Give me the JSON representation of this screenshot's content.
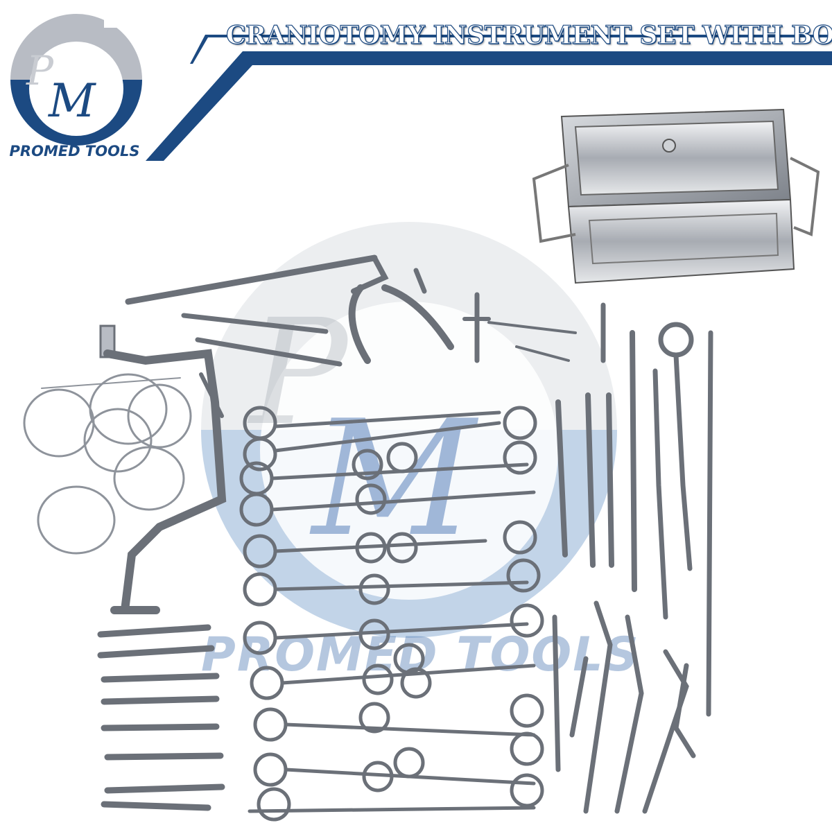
{
  "title": "CRANIOTOMY INSTRUMENT SET WITH BOX",
  "brand": {
    "name": "PROMED TOOLS",
    "logo_letters": "PM",
    "colors": {
      "primary": "#1c4a82",
      "grey": "#b8bcc4",
      "steel": "#8e939b"
    }
  },
  "watermark": {
    "text": "PROMED TOOLS",
    "logo_letters": "PM"
  },
  "icons": {
    "logo": "pm-circle-logo-icon",
    "box": "instrument-box-icon",
    "rongeur": "rongeur-icon",
    "hand_drill": "hand-drill-icon",
    "gigli_saw": "gigli-saw-wire-icon",
    "forceps": "hemostat-forceps-icon",
    "retractor": "retractor-icon",
    "burr": "drill-burr-icon"
  }
}
